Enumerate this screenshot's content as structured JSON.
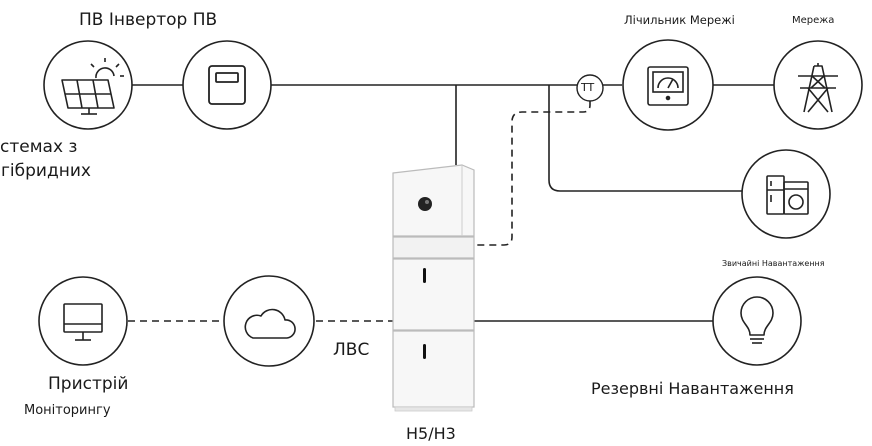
{
  "labels": {
    "pv_inverter": "ПВ Інвертор ПВ",
    "hybrid_line1": "стемах з",
    "hybrid_line2": "гібридних",
    "grid_meter": "Лічильник Мережі",
    "grid": "Мережа",
    "ct": "TT",
    "normal_loads": "Звичайні Навантаження",
    "lan": "ЛВС",
    "monitoring_line1": "Пристрій",
    "monitoring_line2": "Моніторингу",
    "backup_loads": "Резервні Навантаження",
    "model": "H5/H3"
  }
}
